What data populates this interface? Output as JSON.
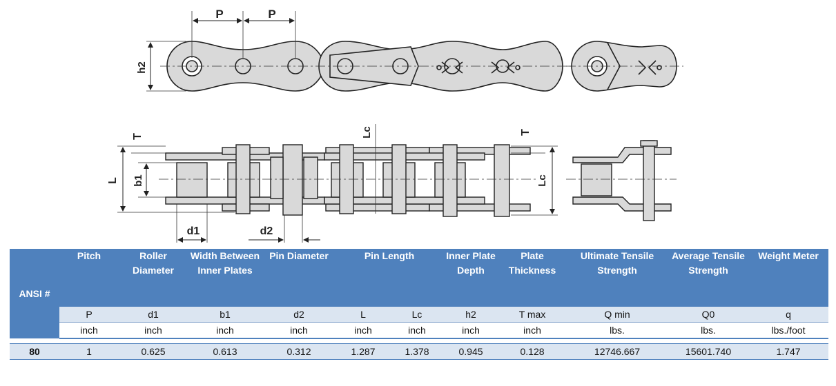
{
  "diagram": {
    "labels": {
      "pitch_left": "P",
      "pitch_right": "P",
      "h2": "h2",
      "T_left": "T",
      "L": "L",
      "b1": "b1",
      "Lc_top": "Lc",
      "T_right": "T",
      "Lc_right": "Lc",
      "d1": "d1",
      "d2": "d2"
    }
  },
  "table": {
    "headers": [
      "ANSI #",
      "Pitch",
      "Roller Diameter",
      "Width Between Inner Plates",
      "Pin Diameter",
      "Pin Length",
      "Inner Plate Depth",
      "Plate Thickness",
      "Ultimate Tensile Strength",
      "Average Tensile Strength",
      "Weight Meter"
    ],
    "symbols": [
      "P",
      "d1",
      "b1",
      "d2",
      "L",
      "Lc",
      "h2",
      "T max",
      "Q min",
      "Q0",
      "q"
    ],
    "units": [
      "inch",
      "inch",
      "inch",
      "inch",
      "inch",
      "inch",
      "inch",
      "inch",
      "lbs.",
      "lbs.",
      "lbs./foot"
    ],
    "row": {
      "ansi": "80",
      "values": [
        "1",
        "0.625",
        "0.613",
        "0.312",
        "1.287",
        "1.378",
        "0.945",
        "0.128",
        "12746.667",
        "15601.740",
        "1.747"
      ]
    }
  },
  "colors": {
    "header_bg": "#4f81bd",
    "symbol_row_bg": "#dbe5f1",
    "part_fill": "#d9d9d9",
    "outline": "#222222"
  }
}
